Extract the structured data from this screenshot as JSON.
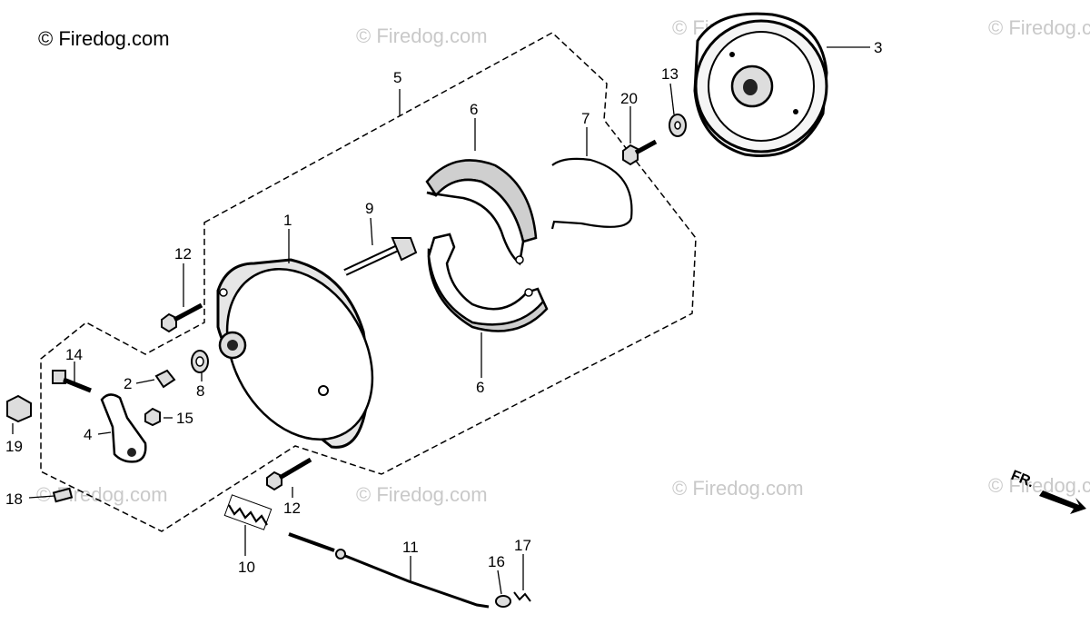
{
  "copyright": "© Firedog.com",
  "watermark": "© Firedog.com",
  "front_indicator": "FR.",
  "callouts": {
    "c1": "1",
    "c2": "2",
    "c3": "3",
    "c4": "4",
    "c5": "5",
    "c6a": "6",
    "c6b": "6",
    "c7": "7",
    "c8": "8",
    "c9": "9",
    "c10": "10",
    "c11": "11",
    "c12a": "12",
    "c12b": "12",
    "c13": "13",
    "c14": "14",
    "c15": "15",
    "c16": "16",
    "c17": "17",
    "c18": "18",
    "c19": "19",
    "c20": "20"
  }
}
